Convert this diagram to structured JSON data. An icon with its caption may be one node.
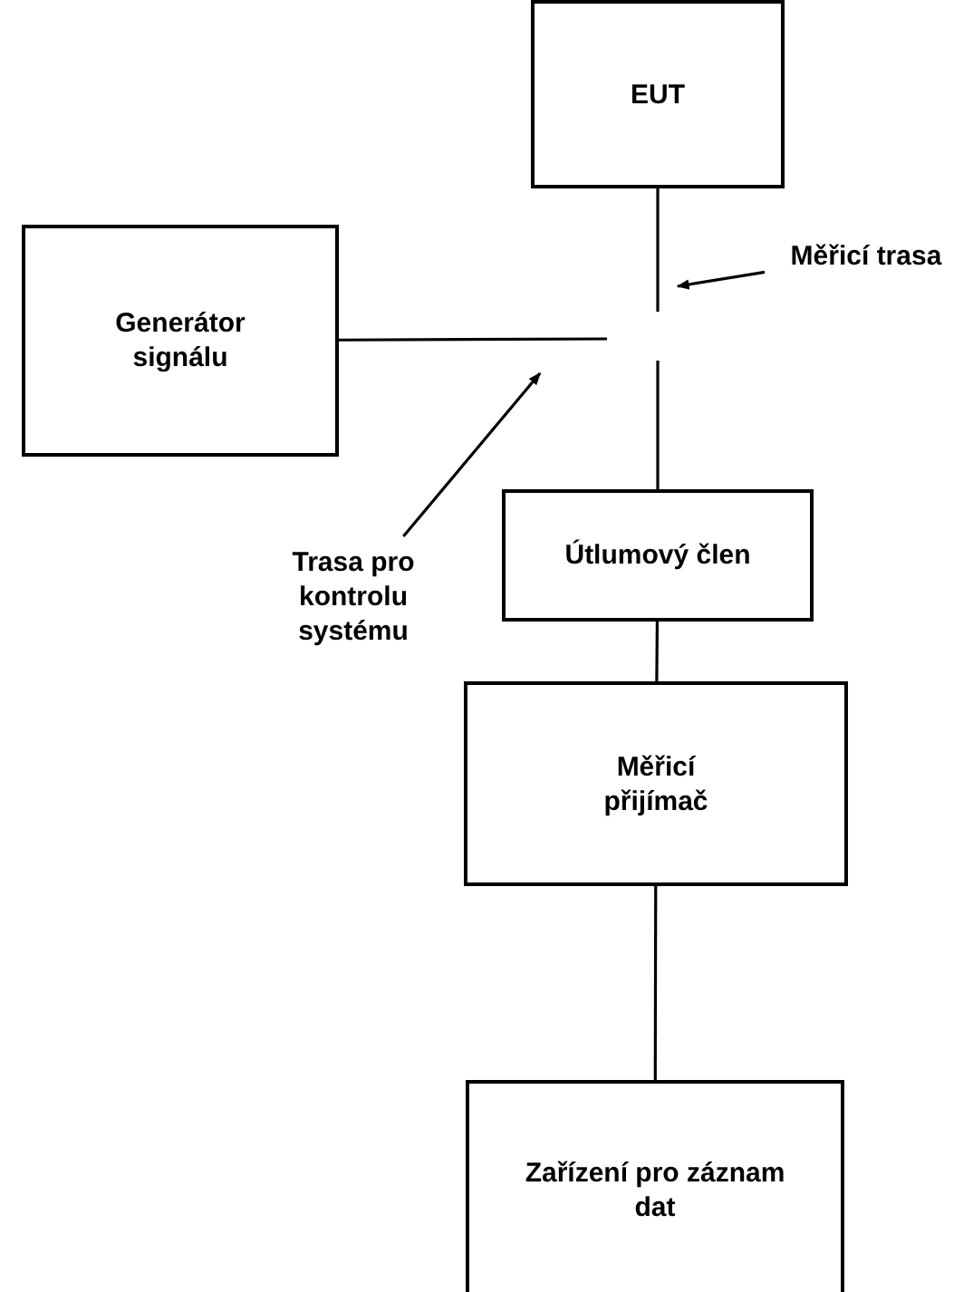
{
  "diagram": {
    "nodes": [
      {
        "text": [
          "EUT"
        ]
      },
      {
        "text": [
          "Generátor signálu"
        ]
      },
      {
        "text": [
          "Útlumový člen"
        ]
      },
      {
        "text": [
          "Měřicí přijímač"
        ]
      },
      {
        "text": [
          "Zařízení pro záznam dat"
        ]
      },
      {
        "text": [
          "Měřicí trasa"
        ]
      },
      {
        "text": [
          "Trasa pro kontrolu systému"
        ]
      }
    ],
    "edges": [
      {
        "from": 0,
        "to": null,
        "arrow": "none"
      },
      {
        "from": 1,
        "to": null,
        "arrow": "none"
      },
      {
        "from": 2,
        "to": null,
        "arrow": "none"
      },
      {
        "from": 2,
        "to": 3,
        "arrow": "none"
      },
      {
        "from": 3,
        "to": 4,
        "arrow": "none"
      },
      {
        "from": 5,
        "to": null,
        "arrow": "to"
      },
      {
        "from": 6,
        "to": null,
        "arrow": "to"
      }
    ]
  }
}
